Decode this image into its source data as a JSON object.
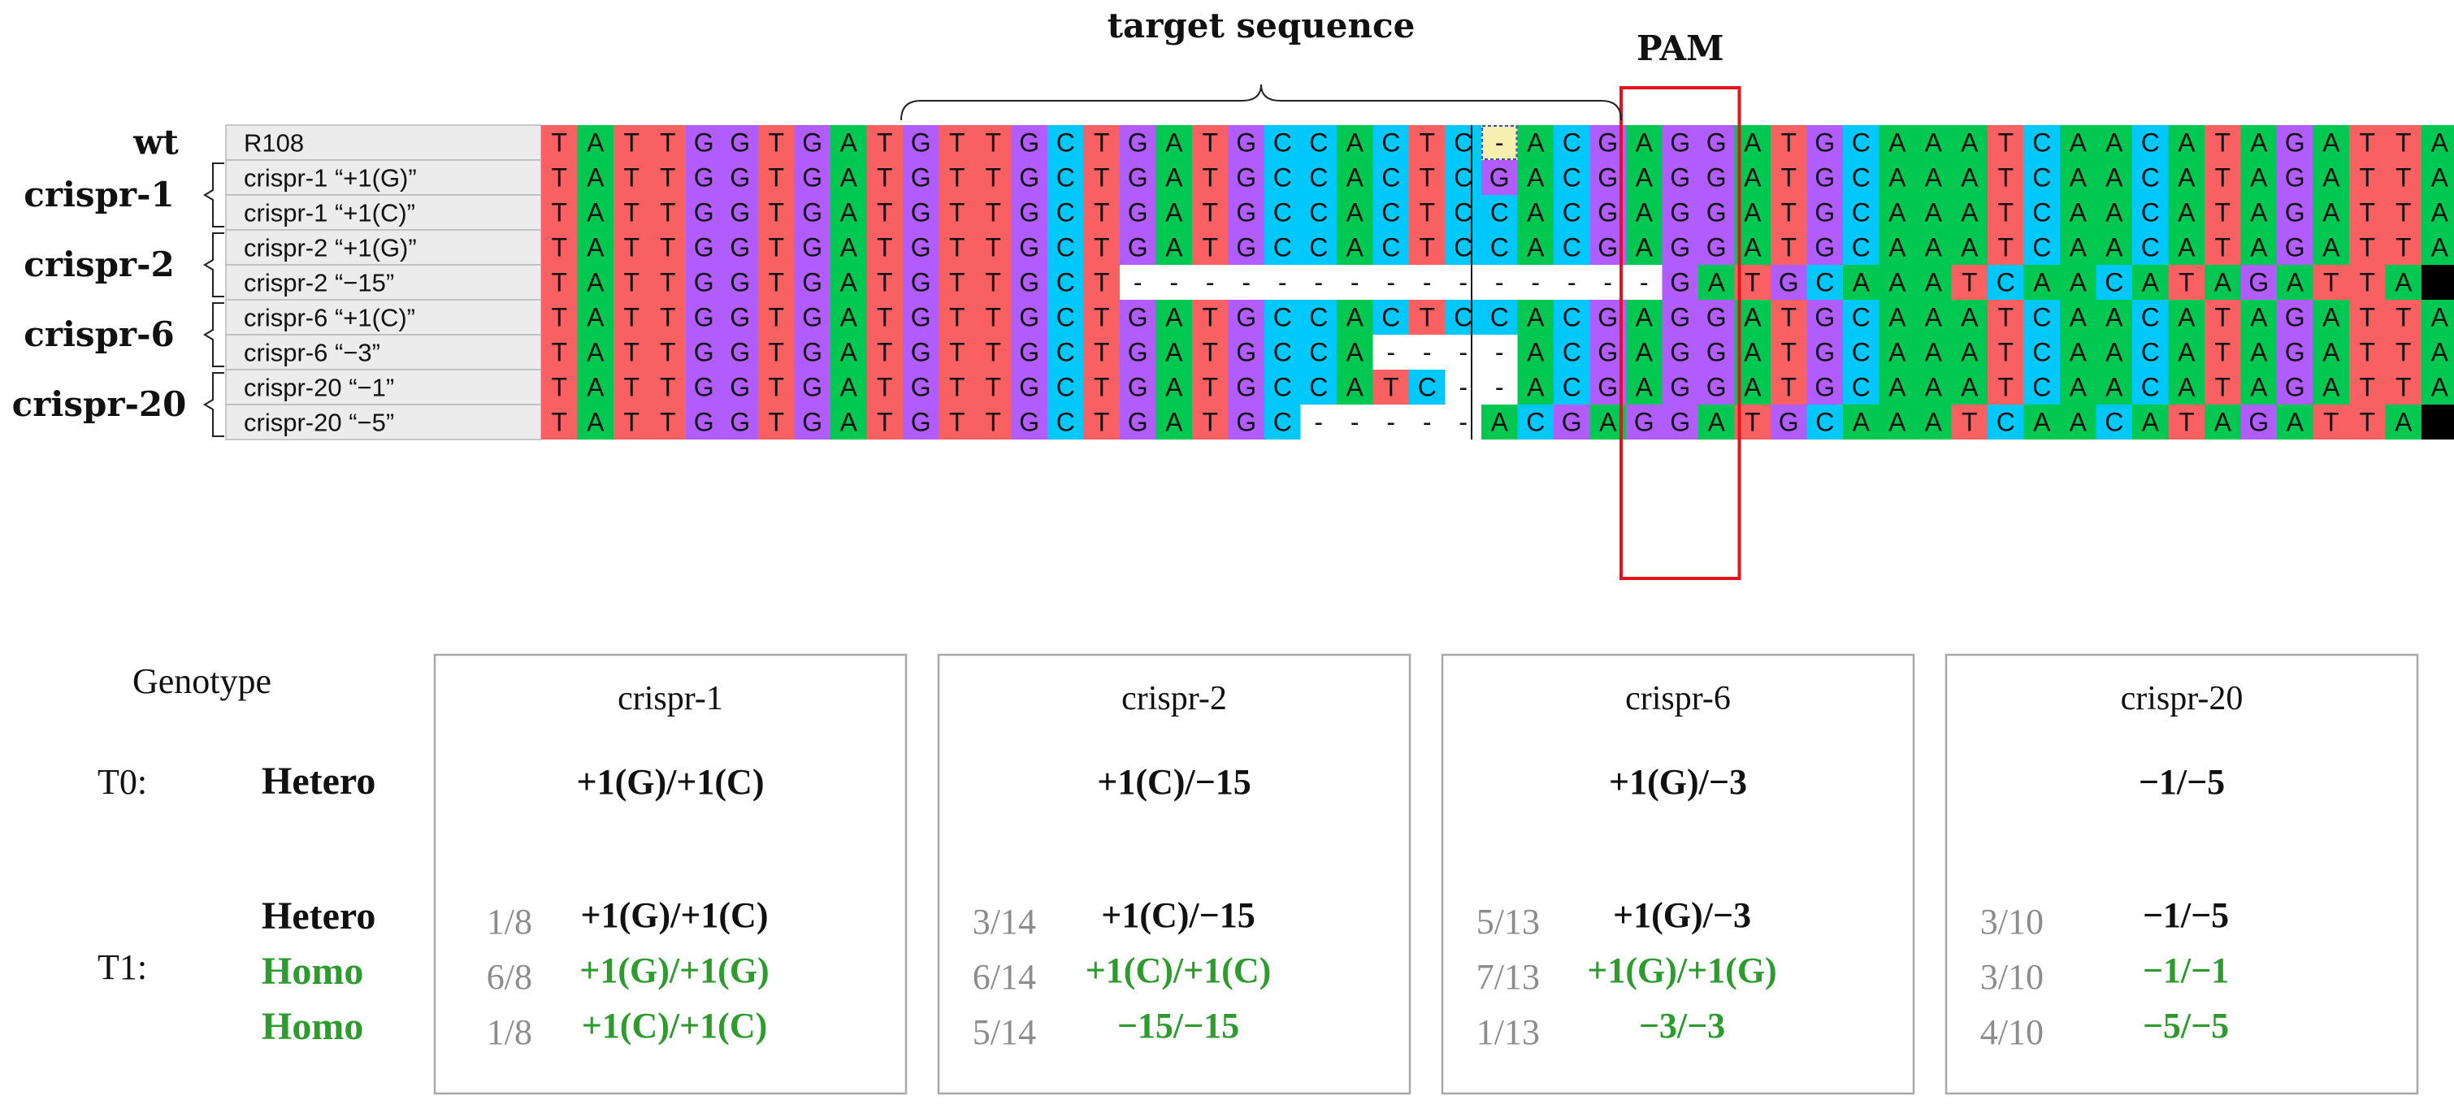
{
  "colors": {
    "A": "#00c850",
    "T": "#f96062",
    "G": "#b05cff",
    "C": "#00c8fa",
    "gap": "#ffffff",
    "wt_gap": "#f6f0b0",
    "pam_box": "#e4141c",
    "green_text": "#2e9b2e",
    "gray_text": "#8c8c8c",
    "row_label_bg": "#ececec"
  },
  "labels": {
    "target": "target sequence",
    "pam": "PAM",
    "groups": [
      "wt",
      "crispr-1",
      "crispr-2",
      "crispr-6",
      "crispr-20"
    ]
  },
  "alignment": {
    "rows": [
      {
        "name": "R108",
        "seq": "TATTGGTGATGTTGCTGATGCCACTC-ACGAGGATGCAAATCAACATAGATTA"
      },
      {
        "name": "crispr-1   “+1(G)”",
        "seq": "TATTGGTGATGTTGCTGATGCCACTCGACGAGGATGCAAATCAACATAGATTA"
      },
      {
        "name": "crispr-1   “+1(C)”",
        "seq": "TATTGGTGATGTTGCTGATGCCACTCCACGAGGATGCAAATCAACATAGATTA"
      },
      {
        "name": "crispr-2   “+1(G)”",
        "seq": "TATTGGTGATGTTGCTGATGCCACTCCACGAGGATGCAAATCAACATAGATTA"
      },
      {
        "name": "crispr-2    “−15”",
        "seq": "TATTGGTGATGTTGCT---------------GATGCAAATCAACATAGATTA"
      },
      {
        "name": "crispr-6   “+1(C)”",
        "seq": "TATTGGTGATGTTGCTGATGCCACTCCACGAGGATGCAAATCAACATAGATTA"
      },
      {
        "name": "crispr-6      “−3”",
        "seq": "TATTGGTGATGTTGCTGATGCCA----ACGAGGATGCAAATCAACATAGATTA"
      },
      {
        "name": "crispr-20    “−1”",
        "seq": "TATTGGTGATGTTGCTGATGCCATC--ACGAGGATGCAAATCAACATAGATTA"
      },
      {
        "name": "crispr-20    “−5”",
        "seq": "TATTGGTGATGTTGCTGATGC-----ACGAGGATGCAAATCAACATAGATTA"
      }
    ]
  },
  "genotype": {
    "title": "Genotype",
    "t0_label": "T0:",
    "t1_label": "T1:",
    "t0_type": "Hetero",
    "t1_types": [
      "Hetero",
      "Homo",
      "Homo"
    ],
    "panels": [
      {
        "name": "crispr-1",
        "t0": "+1(G)/+1(C)",
        "t1": [
          {
            "frac": "1/8",
            "gt": "+1(G)/+1(C)",
            "green": false
          },
          {
            "frac": "6/8",
            "gt": "+1(G)/+1(G)",
            "green": true
          },
          {
            "frac": "1/8",
            "gt": "+1(C)/+1(C)",
            "green": true
          }
        ]
      },
      {
        "name": "crispr-2",
        "t0": "+1(C)/−15",
        "t1": [
          {
            "frac": "3/14",
            "gt": "+1(C)/−15",
            "green": false
          },
          {
            "frac": "6/14",
            "gt": "+1(C)/+1(C)",
            "green": true
          },
          {
            "frac": "5/14",
            "gt": "−15/−15",
            "green": true
          }
        ]
      },
      {
        "name": "crispr-6",
        "t0": "+1(G)/−3",
        "t1": [
          {
            "frac": "5/13",
            "gt": "+1(G)/−3",
            "green": false
          },
          {
            "frac": "7/13",
            "gt": "+1(G)/+1(G)",
            "green": true
          },
          {
            "frac": "1/13",
            "gt": "−3/−3",
            "green": true
          }
        ]
      },
      {
        "name": "crispr-20",
        "t0": "−1/−5",
        "t1": [
          {
            "frac": "3/10",
            "gt": "−1/−5",
            "green": false
          },
          {
            "frac": "3/10",
            "gt": "−1/−1",
            "green": true
          },
          {
            "frac": "4/10",
            "gt": "−5/−5",
            "green": true
          }
        ]
      }
    ]
  }
}
